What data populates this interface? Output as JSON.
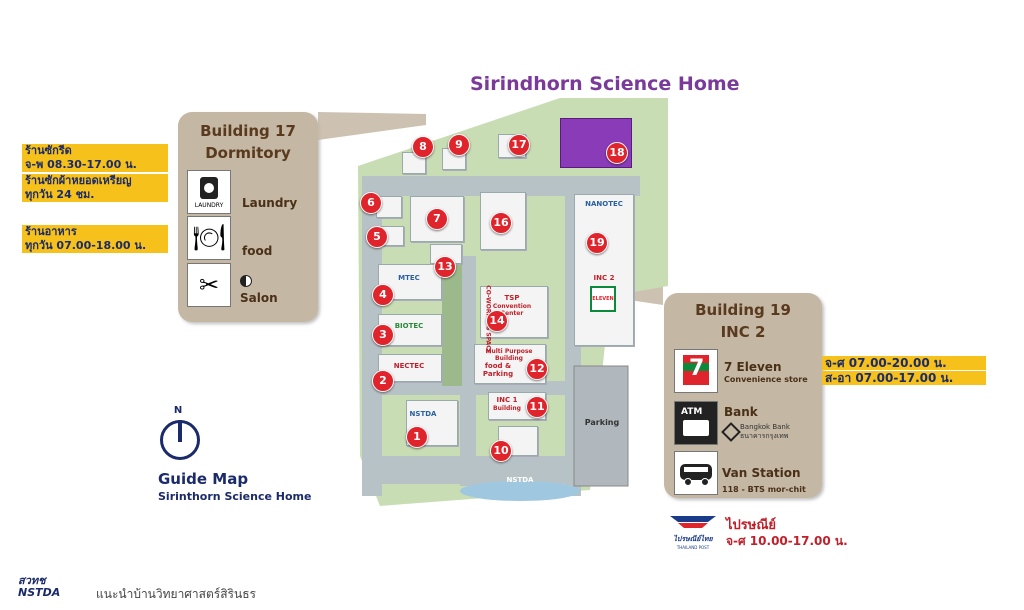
{
  "map_title": "Sirindhorn Science Home",
  "building17": {
    "title_line1": "Building 17",
    "title_line2": "Dormitory",
    "laundry_label": "Laundry",
    "laundry_icon_text": "LAUNDRY",
    "food_label": "food",
    "salon_label": "Salon"
  },
  "building19": {
    "title_line1": "Building 19",
    "title_line2": "INC 2",
    "seven_label": "7 Eleven",
    "seven_sub": "Convenience store",
    "bank_label": "Bank",
    "bank_sub": "Bangkok Bank",
    "bank_sub_th": "ธนาคารกรุงเทพ",
    "van_label": "Van Station",
    "van_sub": "118 - BTS mor-chit",
    "atm_text": "ATM"
  },
  "left_notes": {
    "line1": "ร้านซักรีด",
    "line2": "จ-พ 08.30-17.00 น.",
    "line3": "ร้านซักผ้าหยอดเหรียญ",
    "line4": "ทุกวัน 24 ชม.",
    "line5": "ร้านอาหาร",
    "line6": "ทุกวัน 07.00-18.00 น."
  },
  "right_notes": {
    "line1": "จ-ศ  07.00-20.00 น.",
    "line2": "ส-อา 07.00-17.00 น."
  },
  "post": {
    "label": "ไปรษณีย์",
    "hours": "จ-ศ 10.00-17.00 น.",
    "logo_th": "ไปรษณีย์ไทย",
    "logo_en": "THAILAND POST"
  },
  "guide": {
    "north": "N",
    "title": "Guide Map",
    "subtitle": "Sirinthorn Science Home"
  },
  "footer": {
    "logo_line1": "สวทช",
    "logo_line2": "NSTDA",
    "caption": "แนะนำบ้านวิทยาศาสตร์สิรินธร"
  },
  "map_labels": {
    "tsp": "TSP",
    "tsp_sub": "Convention Center",
    "mpb": "Multi Purpose Building",
    "food_parking": "food & Parking",
    "inc1": "INC 1",
    "inc1_sub": "Building",
    "parking": "Parking",
    "inc2": "INC 2",
    "nanotec": "NANOTEC",
    "mtec": "MTEC",
    "biotec": "BIOTEC",
    "nectec": "NECTEC",
    "nstda": "NSTDA",
    "nstda_road": "NSTDA",
    "coworking": "CO-WORKING SPACE",
    "seven_tag": "ELEVEN"
  },
  "pins": [
    "1",
    "2",
    "3",
    "4",
    "5",
    "6",
    "7",
    "8",
    "9",
    "10",
    "11",
    "12",
    "13",
    "14",
    "16",
    "17",
    "18",
    "19"
  ],
  "colors": {
    "pin": "#e0242c",
    "panel": "#c4b7a4",
    "highlight": "#f6c11a",
    "title_purple": "#7a3a9a"
  }
}
